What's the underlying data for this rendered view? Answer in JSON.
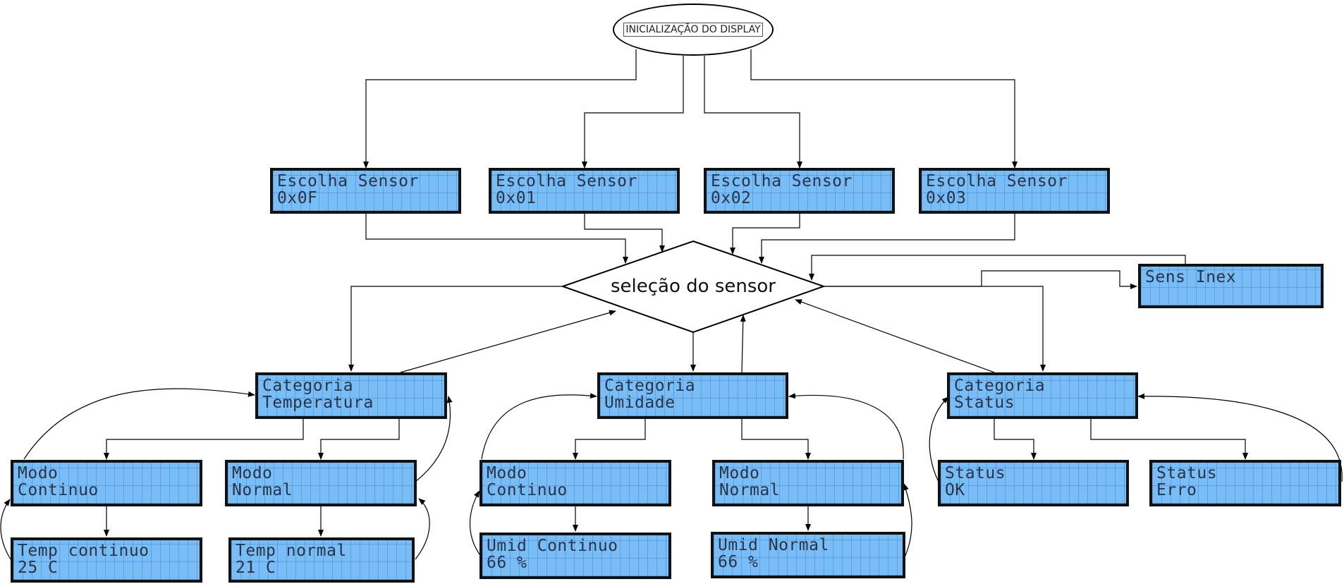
{
  "start": {
    "label": "INICIALIZAÇÃO DO DISPLAY"
  },
  "decision": {
    "label": "seleção do sensor"
  },
  "screens": {
    "sensor_0f": {
      "line1": "Escolha Sensor",
      "line2": "0x0F"
    },
    "sensor_01": {
      "line1": "Escolha Sensor",
      "line2": "0x01"
    },
    "sensor_02": {
      "line1": "Escolha Sensor",
      "line2": "0x02"
    },
    "sensor_03": {
      "line1": "Escolha Sensor",
      "line2": "0x03"
    },
    "sens_inex": {
      "line1": "Sens Inex",
      "line2": ""
    },
    "cat_temp": {
      "line1": "Categoria",
      "line2": "Temperatura"
    },
    "cat_umid": {
      "line1": "Categoria",
      "line2": "Umidade"
    },
    "cat_status": {
      "line1": "Categoria",
      "line2": "Status"
    },
    "temp_cont": {
      "line1": "Modo",
      "line2": "Continuo"
    },
    "temp_norm": {
      "line1": "Modo",
      "line2": "Normal"
    },
    "umid_cont": {
      "line1": "Modo",
      "line2": "Continuo"
    },
    "umid_norm": {
      "line1": "Modo",
      "line2": "Normal"
    },
    "status_ok": {
      "line1": "Status",
      "line2": "OK"
    },
    "status_erro": {
      "line1": "Status",
      "line2": "Erro"
    },
    "temp_cont_val": {
      "line1": "Temp continuo",
      "line2": "25 C"
    },
    "temp_norm_val": {
      "line1": "Temp normal",
      "line2": "21 C"
    },
    "umid_cont_val": {
      "line1": "Umid Continuo",
      "line2": "66 %"
    },
    "umid_norm_val": {
      "line1": "Umid Normal",
      "line2": "66 %"
    }
  },
  "colors": {
    "lcd_background": "#78bdf5",
    "lcd_text": "#2b3447",
    "border": "#111111"
  }
}
